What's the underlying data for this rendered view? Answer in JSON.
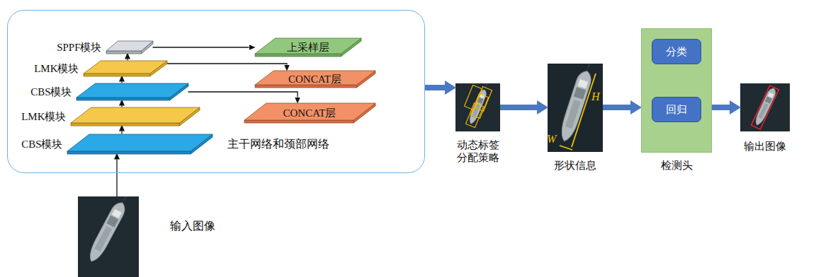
{
  "diagram": {
    "nodes": [
      {
        "text": [
          "主干网络和颈部网络"
        ]
      },
      {
        "text": [
          "SPPF模块"
        ],
        "in": 0
      },
      {
        "text": [
          "LMK模块"
        ],
        "in": 0
      },
      {
        "text": [
          "CBS模块"
        ],
        "in": 0
      },
      {
        "text": [
          "LMK模块"
        ],
        "in": 0
      },
      {
        "text": [
          "CBS模块"
        ],
        "in": 0
      },
      {
        "text": [
          "上采样层"
        ],
        "in": 0
      },
      {
        "text": [
          "CONCAT层"
        ],
        "in": 0
      },
      {
        "text": [
          "CONCAT层"
        ],
        "in": 0
      },
      {
        "text": [
          "输入图像"
        ]
      },
      {
        "text": [
          "动态标签 分配策略"
        ]
      },
      {
        "text": [
          "形状信息"
        ]
      },
      {
        "text": [
          "检测头"
        ]
      },
      {
        "text": [
          "分类"
        ],
        "in": 12
      },
      {
        "text": [
          "回归"
        ],
        "in": 12
      },
      {
        "text": [
          "输出图像"
        ]
      }
    ],
    "edges": [
      {
        "from": 9,
        "to": 5,
        "arrow": "to"
      },
      {
        "from": 5,
        "to": 4,
        "arrow": "to"
      },
      {
        "from": 4,
        "to": 3,
        "arrow": "to"
      },
      {
        "from": 3,
        "to": 2,
        "arrow": "to"
      },
      {
        "from": 2,
        "to": 1,
        "arrow": "to"
      },
      {
        "from": 1,
        "to": 6,
        "arrow": "to"
      },
      {
        "from": 2,
        "to": 7,
        "arrow": "to"
      },
      {
        "from": 3,
        "to": 8,
        "arrow": "to"
      },
      {
        "from": 0,
        "to": 10,
        "arrow": "to"
      },
      {
        "from": 10,
        "to": 11,
        "arrow": "to"
      },
      {
        "from": 11,
        "to": 12,
        "arrow": "to"
      },
      {
        "from": 12,
        "to": 15,
        "arrow": "to"
      }
    ],
    "labels": [
      "H",
      "W"
    ]
  }
}
